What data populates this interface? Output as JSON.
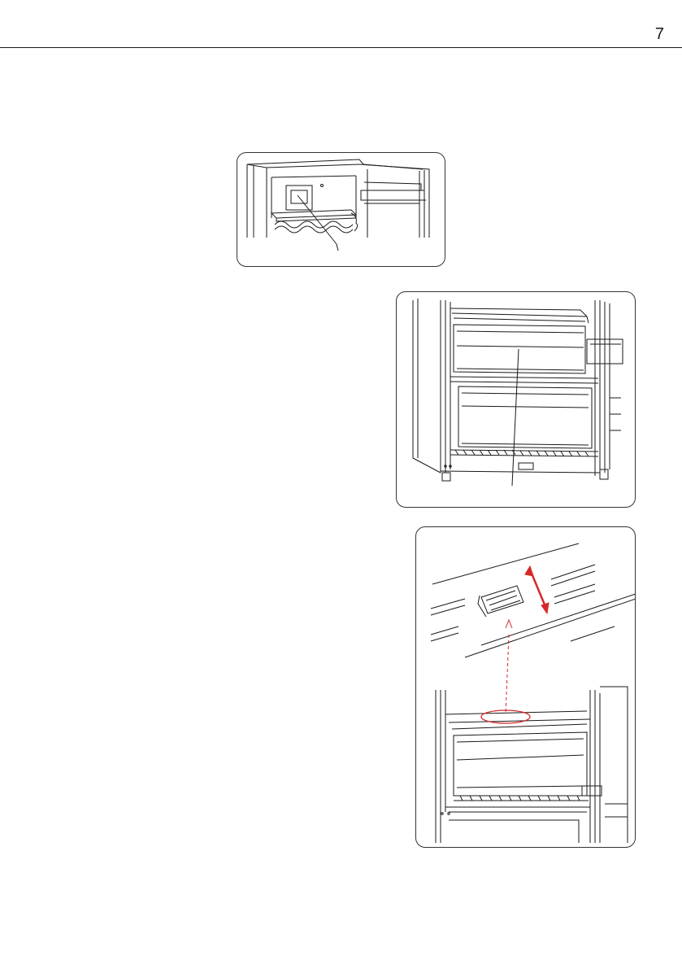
{
  "header": {
    "page_number": "7"
  },
  "figures": [
    {
      "name": "fridge-top-compartment-figure",
      "icon": "refrigerator-interior-icon"
    },
    {
      "name": "fridge-drawers-figure",
      "icon": "freezer-drawers-icon"
    },
    {
      "name": "fridge-air-vent-figure",
      "icon": "air-vent-slider-icon"
    }
  ],
  "colors": {
    "line": "#1a1a1a",
    "highlight": "#d62828",
    "border": "#333333"
  }
}
